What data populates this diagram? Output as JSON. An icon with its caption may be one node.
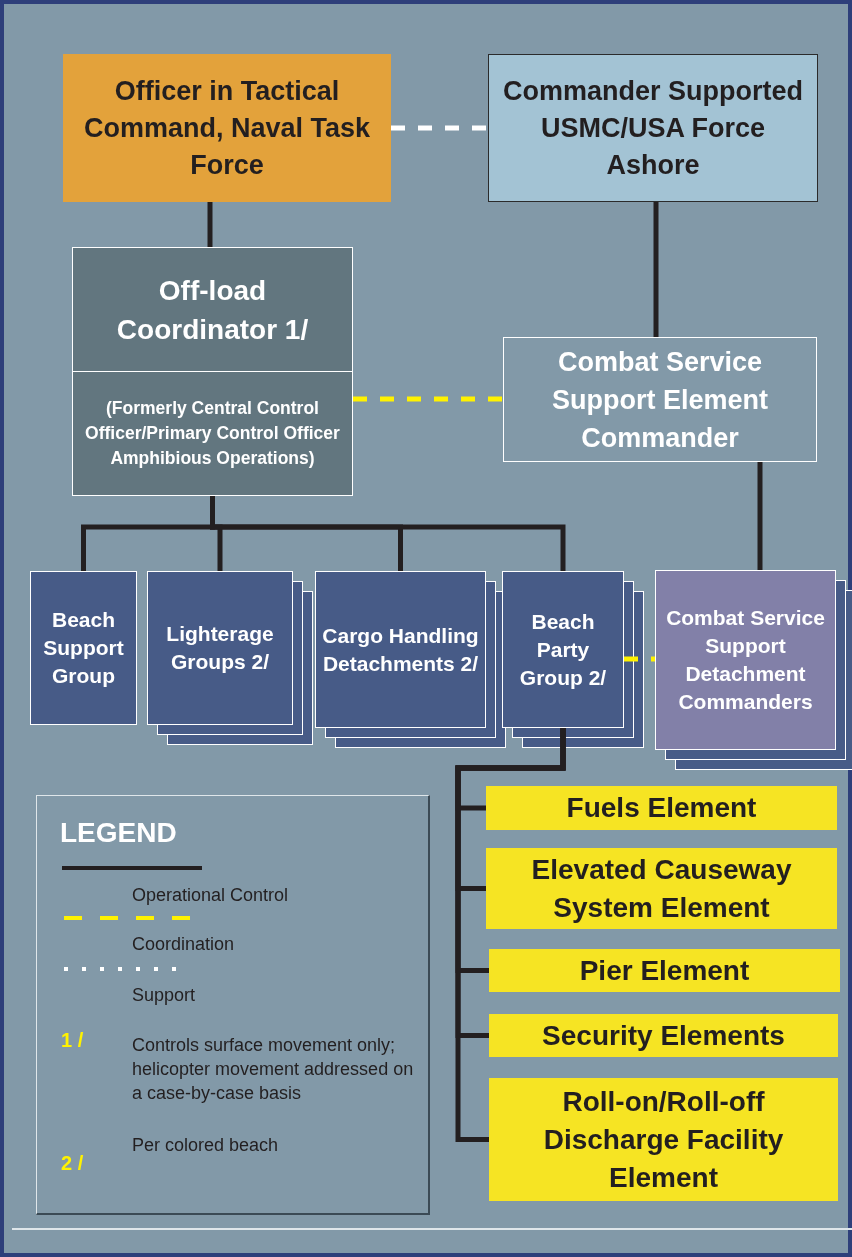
{
  "diagram": {
    "nodes": [
      {
        "text": [
          "Officer in Tactical Command, Naval Task Force"
        ]
      },
      {
        "text": [
          "Commander Supported USMC/USA Force Ashore"
        ]
      },
      {
        "text": [
          "Off-load Coordinator 1/",
          "(Formerly Central Control Officer/Primary Control Officer Amphibious Operations)"
        ]
      },
      {
        "text": [
          "Combat Service Support Element Commander"
        ]
      },
      {
        "text": [
          "Beach Support Group"
        ]
      },
      {
        "text": [
          "Lighterage Groups 2/"
        ]
      },
      {
        "text": [
          "Cargo Handling Detachments 2/"
        ]
      },
      {
        "text": [
          "Beach Party Group 2/"
        ]
      },
      {
        "text": [
          "Combat Service Support Detachment Commanders"
        ]
      },
      {
        "text": [
          "Fuels Element"
        ]
      },
      {
        "text": [
          "Elevated Causeway System Element"
        ]
      },
      {
        "text": [
          "Pier Element"
        ]
      },
      {
        "text": [
          "Security Elements"
        ]
      },
      {
        "text": [
          "Roll-on/Roll-off Discharge Facility Element"
        ]
      }
    ],
    "edges": [
      {
        "from": 0,
        "to": 1,
        "arrow": "none",
        "style": "dashed",
        "color": "#ffffff"
      },
      {
        "from": 0,
        "to": 2,
        "arrow": "none"
      },
      {
        "from": 1,
        "to": 3,
        "arrow": "none"
      },
      {
        "from": 2,
        "to": 3,
        "arrow": "none",
        "style": "dashed",
        "color": "#fff200"
      },
      {
        "from": 2,
        "to": 4,
        "arrow": "none"
      },
      {
        "from": 2,
        "to": 5,
        "arrow": "none"
      },
      {
        "from": 2,
        "to": 6,
        "arrow": "none"
      },
      {
        "from": 2,
        "to": 7,
        "arrow": "none"
      },
      {
        "from": 3,
        "to": 8,
        "arrow": "none"
      },
      {
        "from": 7,
        "to": 8,
        "arrow": "none",
        "style": "dashed",
        "color": "#fff200"
      },
      {
        "from": 7,
        "to": 9,
        "arrow": "none"
      },
      {
        "from": 7,
        "to": 10,
        "arrow": "none"
      },
      {
        "from": 7,
        "to": 11,
        "arrow": "none"
      },
      {
        "from": 7,
        "to": 12,
        "arrow": "none"
      },
      {
        "from": 7,
        "to": 13,
        "arrow": "none"
      }
    ],
    "labels": [
      "LEGEND",
      "1 /",
      "Controls surface movement only; helicopter movement addressed on a case-by-case basis",
      "2 /",
      "Per colored beach"
    ],
    "legend": [
      {
        "text": "Operational Control"
      },
      {
        "text": "Coordination"
      },
      {
        "text": "Support"
      }
    ]
  }
}
